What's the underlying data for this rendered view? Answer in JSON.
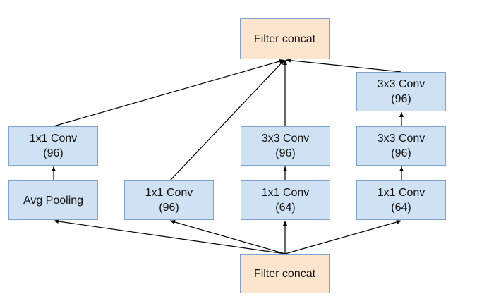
{
  "nodes": {
    "concat_top": {
      "label": "Filter concat"
    },
    "concat_bottom": {
      "label": "Filter concat"
    },
    "branch1_pool": {
      "label": "Avg Pooling"
    },
    "branch1_conv": {
      "line1": "1x1 Conv",
      "line2": "(96)"
    },
    "branch2_conv": {
      "line1": "1x1 Conv",
      "line2": "(96)"
    },
    "branch3_conv1": {
      "line1": "1x1 Conv",
      "line2": "(64)"
    },
    "branch3_conv2": {
      "line1": "3x3 Conv",
      "line2": "(96)"
    },
    "branch4_conv1": {
      "line1": "1x1 Conv",
      "line2": "(64)"
    },
    "branch4_conv2": {
      "line1": "3x3 Conv",
      "line2": "(96)"
    },
    "branch4_conv3": {
      "line1": "3x3 Conv",
      "line2": "(96)"
    }
  },
  "colors": {
    "conv_fill": "#cfe2f3",
    "concat_fill": "#fce5cd",
    "border": "#7fa3cf",
    "arrow": "#000000"
  }
}
